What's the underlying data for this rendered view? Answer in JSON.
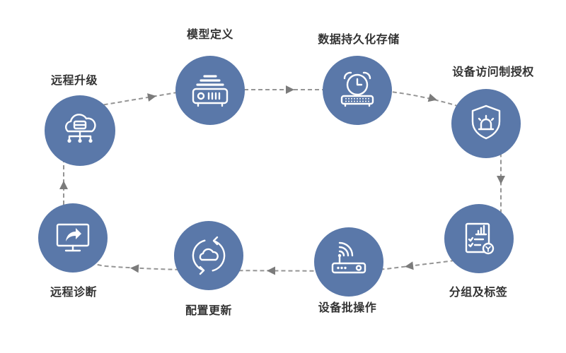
{
  "diagram": {
    "nodes": [
      {
        "label": "远程升级",
        "icon": "cloud-network-icon"
      },
      {
        "label": "模型定义",
        "icon": "server-device-icon"
      },
      {
        "label": "数据持久化存储",
        "icon": "clock-device-icon"
      },
      {
        "label": "设备访问制授权",
        "icon": "shield-alarm-icon"
      },
      {
        "label": "分组及标签",
        "icon": "report-chart-icon"
      },
      {
        "label": "设备批操作",
        "icon": "wifi-router-icon"
      },
      {
        "label": "配置更新",
        "icon": "cloud-sync-icon"
      },
      {
        "label": "远程诊断",
        "icon": "monitor-share-icon"
      }
    ],
    "edges": [
      [
        0,
        1
      ],
      [
        1,
        2
      ],
      [
        2,
        3
      ],
      [
        3,
        4
      ],
      [
        4,
        5
      ],
      [
        5,
        6
      ],
      [
        6,
        7
      ],
      [
        7,
        0
      ]
    ]
  },
  "colors": {
    "background": "#ffffff",
    "node_fill": "#5a78a9",
    "icon_stroke": "#ffffff",
    "connector": "#959595",
    "arrow": "#7b7b7b",
    "label_text": "#333333"
  }
}
